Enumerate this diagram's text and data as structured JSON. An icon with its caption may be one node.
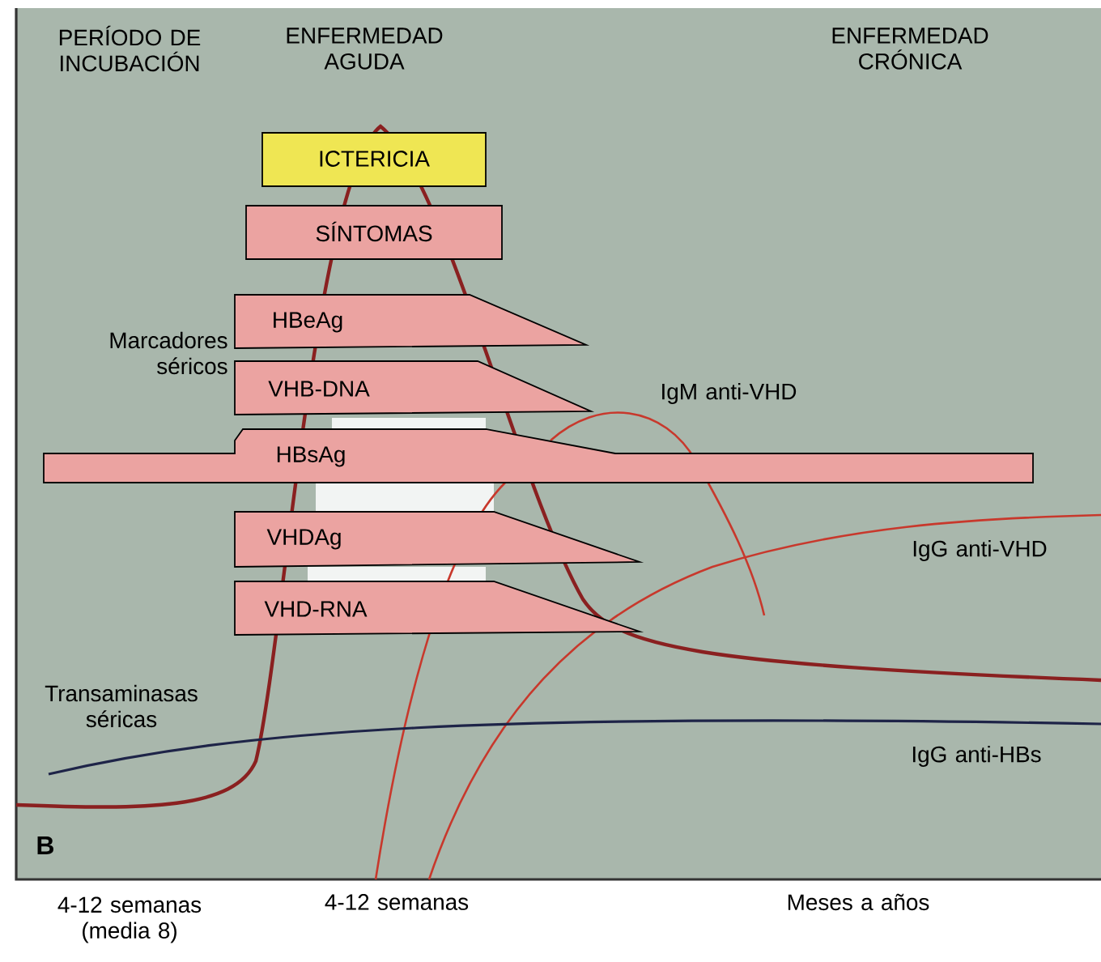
{
  "diagram": {
    "nodes": [
      {
        "text": [
          "ICTERICIA"
        ]
      },
      {
        "text": [
          "SÍNTOMAS"
        ]
      },
      {
        "text": [
          "HBeAg"
        ]
      },
      {
        "text": [
          "VHB-DNA"
        ]
      },
      {
        "text": [
          "HBsAg"
        ]
      },
      {
        "text": [
          "VHDAg"
        ]
      },
      {
        "text": [
          "VHD-RNA"
        ]
      }
    ],
    "labels": [
      "PERÍODO DE INCUBACIÓN",
      "ENFERMEDAD AGUDA",
      "ENFERMEDAD CRÓNICA",
      "Marcadores séricos",
      "IgM anti-VHD",
      "IgG anti-VHD",
      "Transaminasas séricas",
      "IgG anti-HBs",
      "B",
      "4-12 semanas (media 8)",
      "4-12 semanas",
      "Meses a años"
    ]
  }
}
